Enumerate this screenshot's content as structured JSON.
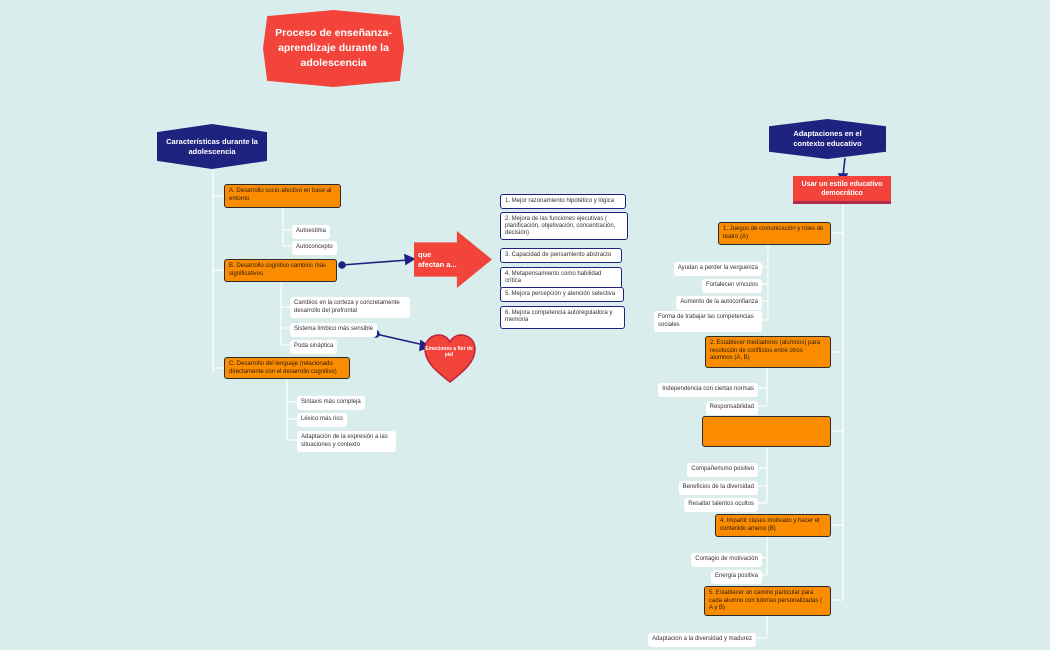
{
  "title": "Proceso de enseñanza-aprendizaje durante la adolescencia",
  "left": {
    "header": "Características durante la adolescencia",
    "a": {
      "label": "A. Desarrollo socio-afectivo en base al entorno",
      "children": [
        "Autoestima",
        "Autoconcepto"
      ]
    },
    "b": {
      "label": "B. Desarrollo cognitivo cambios más significativos",
      "children": [
        "Cambios en la corteza y concretamente desarrollo del prefrontal",
        "Sistema límbico más sensible",
        "Poda sináptica"
      ]
    },
    "c": {
      "label": "C. Desarrollo del lenguaje (relacionado directamente  con el desarrollo cognitivo)",
      "children": [
        "Sintaxis más compleja",
        "Léxico más rico",
        "Adaptación de la expresión a las situaciones y contexto"
      ]
    }
  },
  "middle": {
    "arrow_label": "que afectan a...",
    "heart_label": "Emociones a flor de piel",
    "items": [
      "1. Mejor razonamiento hipotético  y lógica",
      "2. Mejora de las funciones ejecutivas ( planificación, objetivación, concentración, decisión)",
      "3. Capacidad de pensamiento abstracto",
      "4. Metapensamiento como habilidad crítica",
      "5. Mejora percepción y atención selectiva",
      "6. Mejora competencia autoreguladora y memoria"
    ]
  },
  "right": {
    "header": "Adaptaciones en el contexto educativo",
    "main": "Usar un estilo educativo democrático",
    "g1": {
      "label": "1. Juegos de comunicación y roles de teatro (A)",
      "children": [
        "Ayudan a perder la verguenza",
        "Fortalecen vínculos",
        "Aumento de la autoconfianza",
        "Forma de trabajar las competencias sociales"
      ]
    },
    "g2": {
      "label": "2. Establecer mediadores (alumnos) para resolución de conflictos entre otros alumnos (A, B)",
      "children": [
        "Independencia con ciertas normas",
        "Responsabilidad"
      ]
    },
    "g3": {
      "label": "",
      "children": [
        "Compañerismo positivo",
        "Beneficios de la diversidad",
        "Resaltar talentos ocultos"
      ]
    },
    "g4": {
      "label": "4. Impartir clases motivado y  hacer el contenido ameno  (B)",
      "children": [
        "Contagio de motivación",
        "Energía positiva"
      ]
    },
    "g5": {
      "label": "5. Establecer un camino particular para cada alumno con tutorías personalizadas ( A y B)",
      "children": [
        "Adaptación a la diversidad y madurez"
      ]
    }
  },
  "colors": {
    "background": "#d8edec",
    "navy": "#1f2380",
    "red": "#f2443a",
    "orange": "#fb8c00"
  }
}
